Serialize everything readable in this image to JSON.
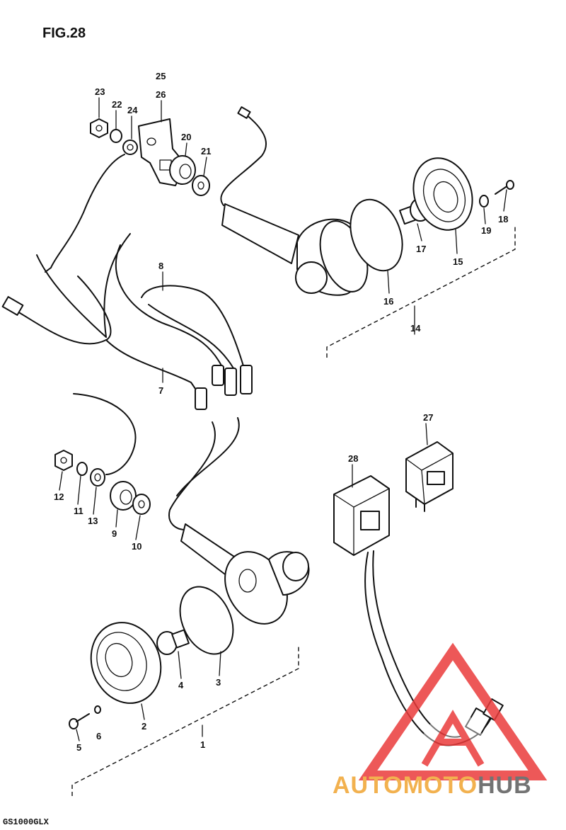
{
  "figure": {
    "title": "FIG.28",
    "model": "GS1000GLX"
  },
  "callouts": [
    "1",
    "2",
    "3",
    "4",
    "5",
    "6",
    "7",
    "8",
    "9",
    "10",
    "11",
    "12",
    "13",
    "14",
    "15",
    "16",
    "17",
    "18",
    "19",
    "20",
    "21",
    "22",
    "23",
    "24",
    "25",
    "26",
    "27",
    "28"
  ],
  "watermark": {
    "part_a": "AUTOMOTO",
    "part_b": "HUB",
    "logo": "triangle-logo-icon",
    "color_a": "#f0a431",
    "color_b": "#5b5b5b",
    "logo_color": "#ea3b3b"
  }
}
